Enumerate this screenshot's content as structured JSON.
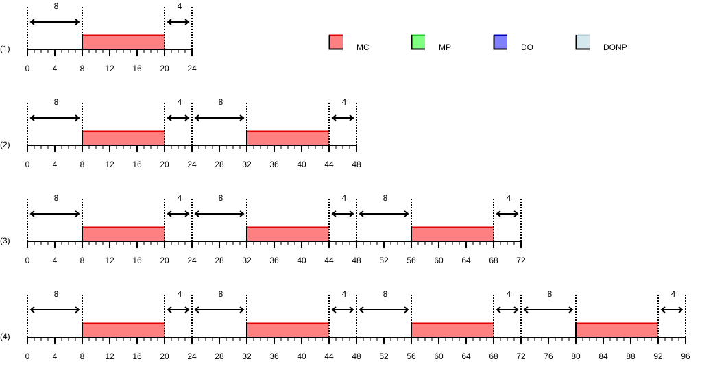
{
  "legend": [
    {
      "label": "MC",
      "fill": "#ff8080",
      "top": "#e00000"
    },
    {
      "label": "MP",
      "fill": "#80ff80",
      "top": "#20d020"
    },
    {
      "label": "DO",
      "fill": "#8080ff",
      "top": "#0000c0"
    },
    {
      "label": "DONP",
      "fill": "#d4e8ee",
      "top": "#b0ccd4"
    }
  ],
  "tick_step": 4,
  "rows": [
    {
      "label": "(1)",
      "axis_max": 24,
      "boundaries": [
        0,
        8,
        20,
        24
      ],
      "gaps": [
        {
          "start": 0,
          "end": 8,
          "label": "8"
        },
        {
          "start": 20,
          "end": 24,
          "label": "4"
        }
      ],
      "bars": [
        {
          "start": 8,
          "end": 20,
          "type": "MC"
        }
      ]
    },
    {
      "label": "(2)",
      "axis_max": 48,
      "boundaries": [
        0,
        8,
        20,
        24,
        32,
        44,
        48
      ],
      "gaps": [
        {
          "start": 0,
          "end": 8,
          "label": "8"
        },
        {
          "start": 20,
          "end": 24,
          "label": "4"
        },
        {
          "start": 24,
          "end": 32,
          "label": "8"
        },
        {
          "start": 44,
          "end": 48,
          "label": "4"
        }
      ],
      "bars": [
        {
          "start": 8,
          "end": 20,
          "type": "MC"
        },
        {
          "start": 32,
          "end": 44,
          "type": "MC"
        }
      ]
    },
    {
      "label": "(3)",
      "axis_max": 72,
      "boundaries": [
        0,
        8,
        20,
        24,
        32,
        44,
        48,
        56,
        68,
        72
      ],
      "gaps": [
        {
          "start": 0,
          "end": 8,
          "label": "8"
        },
        {
          "start": 20,
          "end": 24,
          "label": "4"
        },
        {
          "start": 24,
          "end": 32,
          "label": "8"
        },
        {
          "start": 44,
          "end": 48,
          "label": "4"
        },
        {
          "start": 48,
          "end": 56,
          "label": "8"
        },
        {
          "start": 68,
          "end": 72,
          "label": "4"
        }
      ],
      "bars": [
        {
          "start": 8,
          "end": 20,
          "type": "MC"
        },
        {
          "start": 32,
          "end": 44,
          "type": "MC"
        },
        {
          "start": 56,
          "end": 68,
          "type": "MC"
        }
      ]
    },
    {
      "label": "(4)",
      "axis_max": 96,
      "boundaries": [
        0,
        8,
        20,
        24,
        32,
        44,
        48,
        56,
        68,
        72,
        80,
        92,
        96
      ],
      "gaps": [
        {
          "start": 0,
          "end": 8,
          "label": "8"
        },
        {
          "start": 20,
          "end": 24,
          "label": "4"
        },
        {
          "start": 24,
          "end": 32,
          "label": "8"
        },
        {
          "start": 44,
          "end": 48,
          "label": "4"
        },
        {
          "start": 48,
          "end": 56,
          "label": "8"
        },
        {
          "start": 68,
          "end": 72,
          "label": "4"
        },
        {
          "start": 72,
          "end": 80,
          "label": "8"
        },
        {
          "start": 92,
          "end": 96,
          "label": "4"
        }
      ],
      "bars": [
        {
          "start": 8,
          "end": 20,
          "type": "MC"
        },
        {
          "start": 32,
          "end": 44,
          "type": "MC"
        },
        {
          "start": 56,
          "end": 68,
          "type": "MC"
        },
        {
          "start": 80,
          "end": 92,
          "type": "MC"
        }
      ]
    }
  ]
}
